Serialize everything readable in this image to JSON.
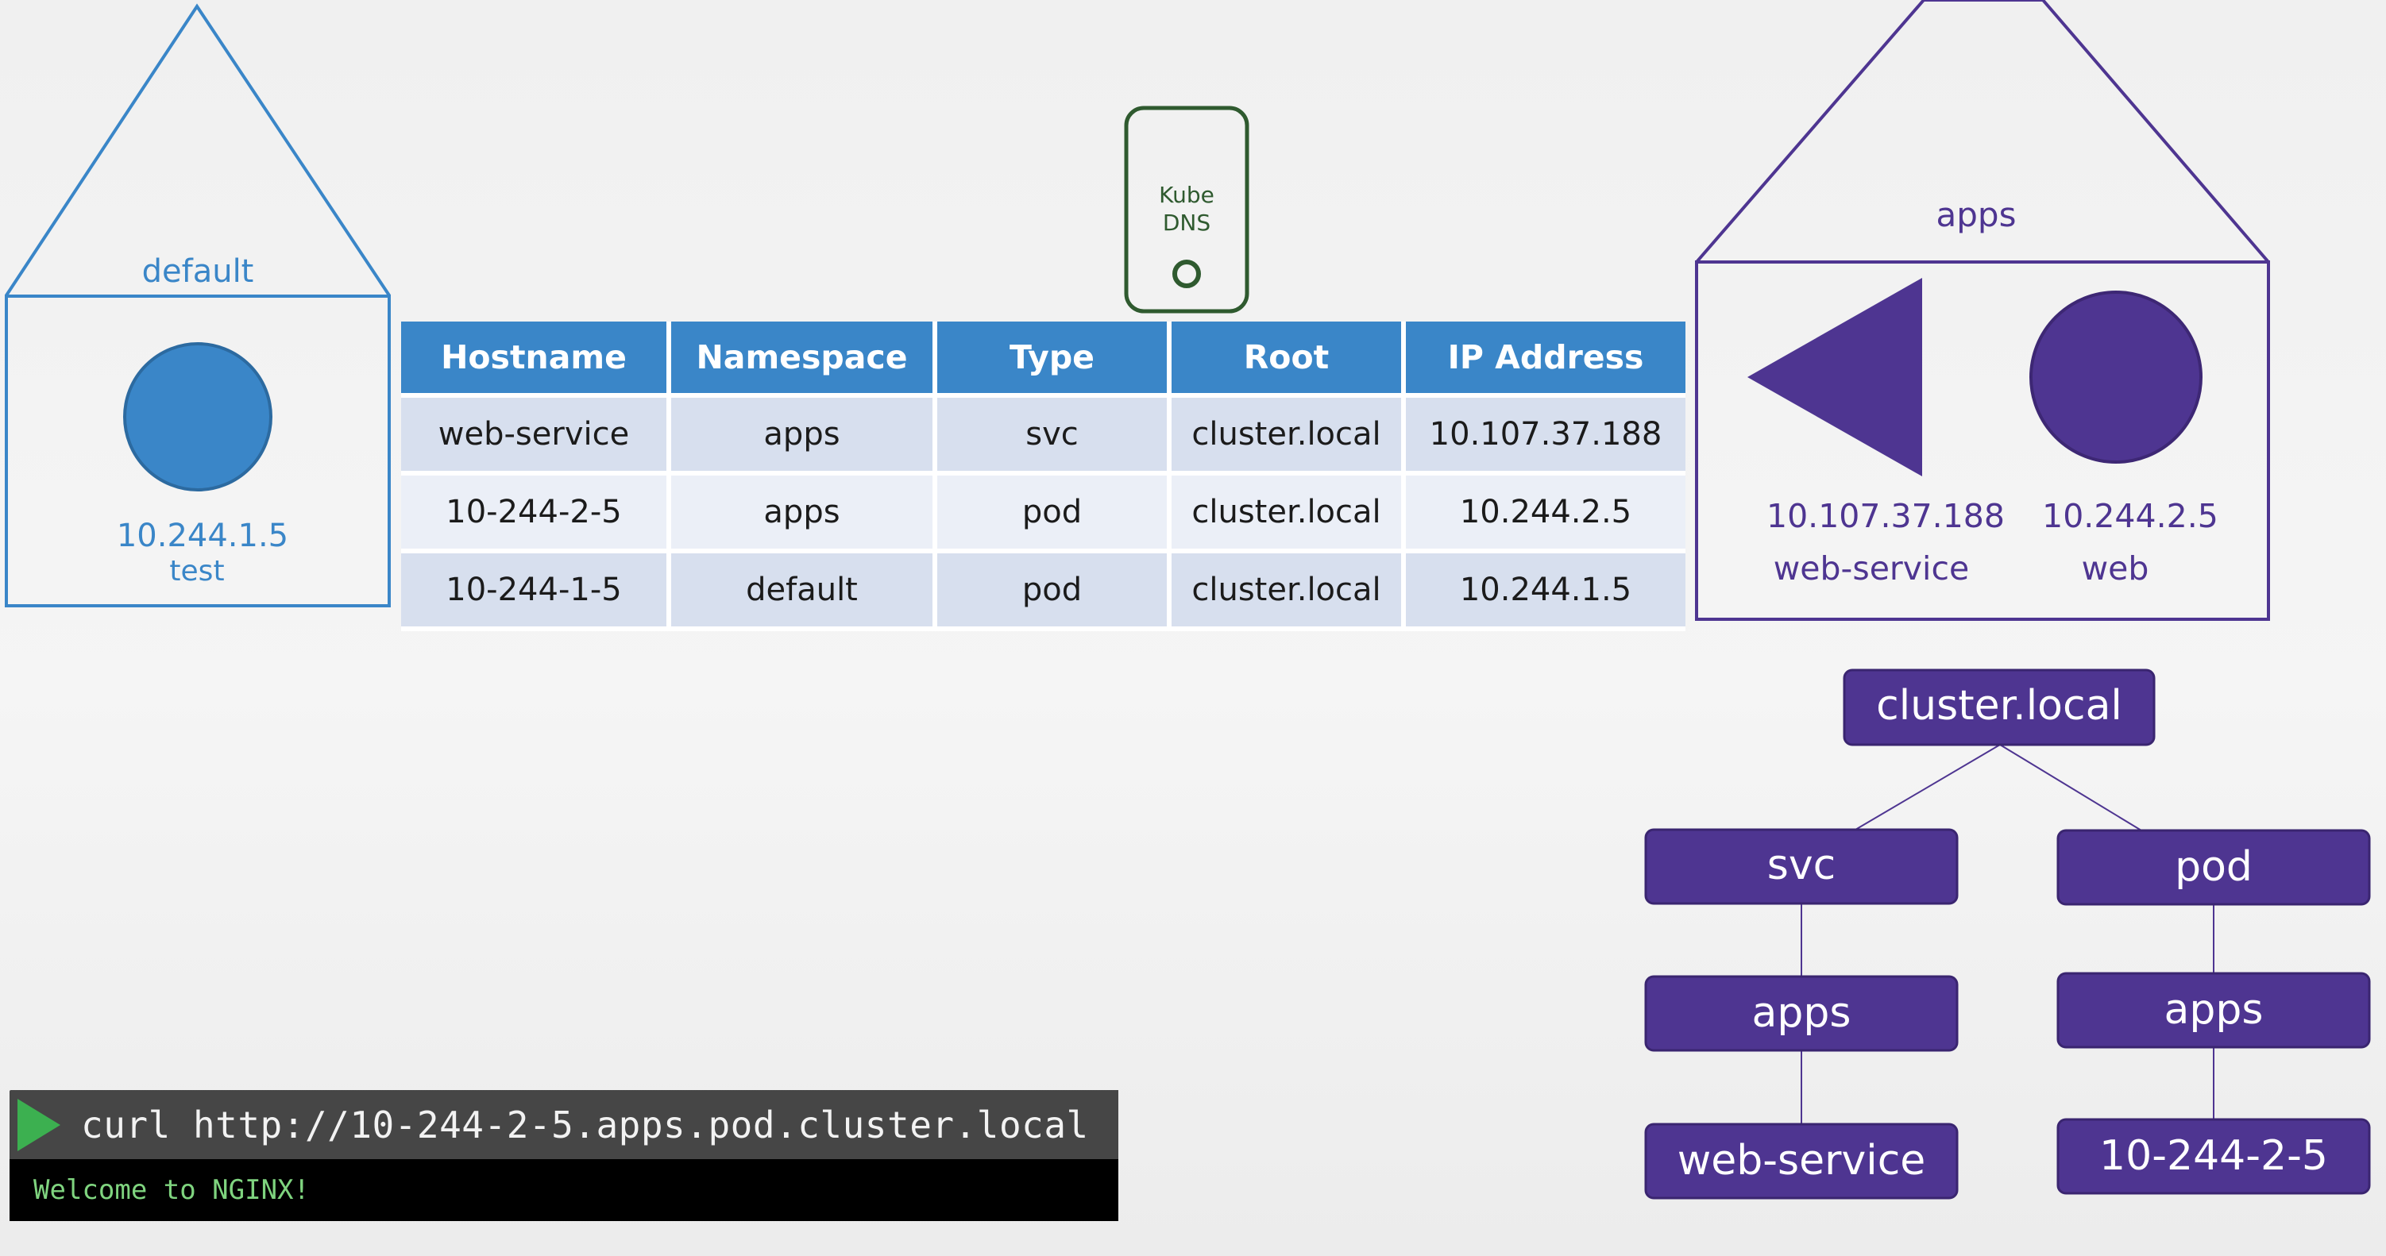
{
  "colors": {
    "blue": "#3a86c8",
    "purple": "#4e3591",
    "green": "#2f5a2f",
    "table_header": "#3a86c8",
    "terminal_output": "#7fd47f"
  },
  "namespace_default": {
    "label": "default",
    "pod_ip": "10.244.1.5",
    "pod_name": "test"
  },
  "kube_dns": {
    "line1": "Kube",
    "line2": "DNS"
  },
  "namespace_apps": {
    "label": "apps",
    "service_ip": "10.107.37.188",
    "service_name": "web-service",
    "pod_ip": "10.244.2.5",
    "pod_name": "web"
  },
  "dns_table": {
    "headers": [
      "Hostname",
      "Namespace",
      "Type",
      "Root",
      "IP Address"
    ],
    "rows": [
      [
        "web-service",
        "apps",
        "svc",
        "cluster.local",
        "10.107.37.188"
      ],
      [
        "10-244-2-5",
        "apps",
        "pod",
        "cluster.local",
        "10.244.2.5"
      ],
      [
        "10-244-1-5",
        "default",
        "pod",
        "cluster.local",
        "10.244.1.5"
      ]
    ]
  },
  "tree": {
    "root": "cluster.local",
    "svc_branch": [
      "svc",
      "apps",
      "web-service"
    ],
    "pod_branch": [
      "pod",
      "apps",
      "10-244-2-5"
    ]
  },
  "terminal": {
    "command": "curl http://10-244-2-5.apps.pod.cluster.local",
    "output": "Welcome to NGINX!"
  }
}
